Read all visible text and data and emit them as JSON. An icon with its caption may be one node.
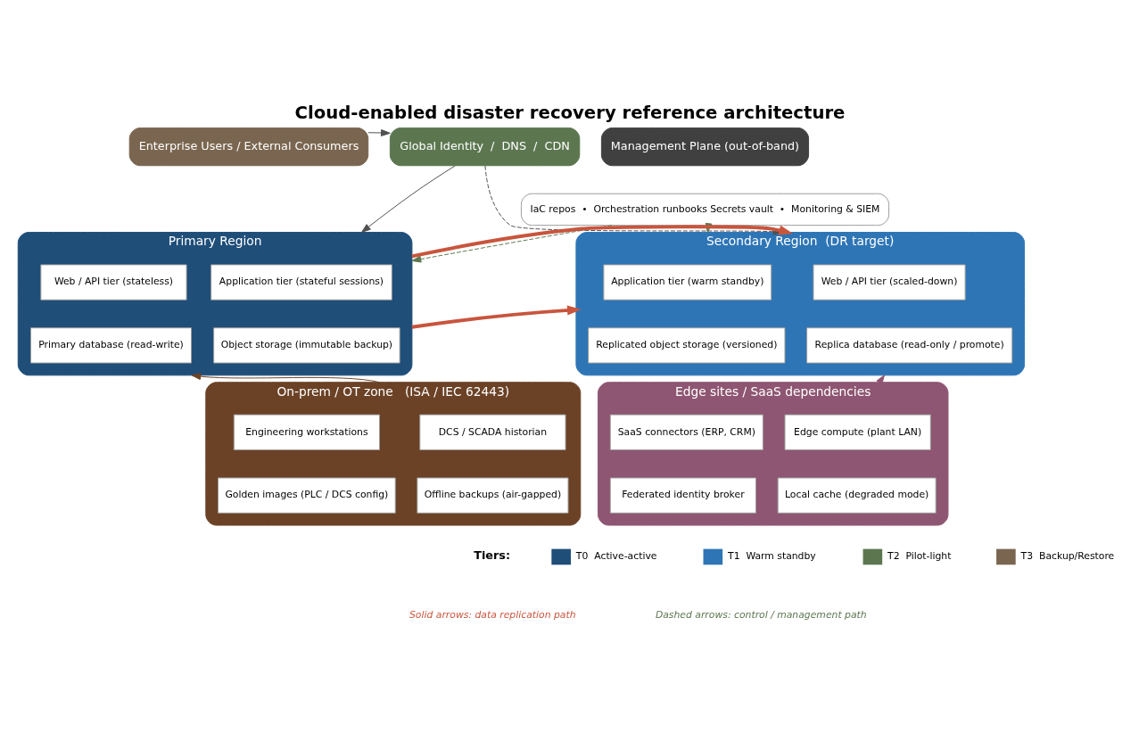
{
  "diagram": {
    "title": "Cloud-enabled disaster recovery reference architecture",
    "nodes": [
      {
        "text": [
          "Enterprise Users / External Consumers"
        ]
      },
      {
        "text": [
          "Global Identity  /  DNS  /  CDN"
        ]
      },
      {
        "text": [
          "Management Plane (out-of-band)"
        ]
      },
      {
        "text": [
          "IaC repos  •  Orchestration runbooks Secrets vault  •  Monitoring & SIEM"
        ]
      },
      {
        "text": [
          "Primary Region"
        ]
      },
      {
        "text": [
          "Web / API tier (stateless)"
        ],
        "in": 4
      },
      {
        "text": [
          "Application tier (stateful sessions)"
        ],
        "in": 4
      },
      {
        "text": [
          "Primary database (read-write)"
        ],
        "in": 4
      },
      {
        "text": [
          "Object storage (immutable backup)"
        ],
        "in": 4
      },
      {
        "text": [
          "Secondary Region  (DR target)"
        ]
      },
      {
        "text": [
          "Web / API tier (scaled-down)"
        ],
        "in": 9
      },
      {
        "text": [
          "Application tier (warm standby)"
        ],
        "in": 9
      },
      {
        "text": [
          "Replica database (read-only / promote)"
        ],
        "in": 9
      },
      {
        "text": [
          "Replicated object storage (versioned)"
        ],
        "in": 9
      },
      {
        "text": [
          "On-prem / OT zone   (ISA / IEC 62443)"
        ]
      },
      {
        "text": [
          "DCS / SCADA historian"
        ],
        "in": 14
      },
      {
        "text": [
          "Engineering workstations"
        ],
        "in": 14
      },
      {
        "text": [
          "Offline backups (air-gapped)"
        ],
        "in": 14
      },
      {
        "text": [
          "Golden images (PLC / DCS config)"
        ],
        "in": 14
      },
      {
        "text": [
          "Edge sites / SaaS dependencies"
        ]
      },
      {
        "text": [
          "Edge compute (plant LAN)"
        ],
        "in": 19
      },
      {
        "text": [
          "SaaS connectors (ERP, CRM)"
        ],
        "in": 19
      },
      {
        "text": [
          "Local cache (degraded mode)"
        ],
        "in": 19
      },
      {
        "text": [
          "Federated identity broker"
        ],
        "in": 19
      }
    ],
    "edges": [
      {
        "from": 0,
        "to": 1,
        "arrow": "to"
      },
      {
        "from": 1,
        "to": 4,
        "arrow": "to"
      },
      {
        "from": 1,
        "to": 9,
        "arrow": "to",
        "style": "dashed"
      },
      {
        "from": 3,
        "to": 4,
        "arrow": "to",
        "style": "dashed",
        "color": "#5c7750"
      },
      {
        "from": 3,
        "to": 9,
        "arrow": "to",
        "style": "dashed",
        "color": "#5c7750"
      },
      {
        "from": 4,
        "to": 9,
        "arrow": "to",
        "style": "thick",
        "color": "#c8553d"
      },
      {
        "from": 4,
        "to": 9,
        "arrow": "to",
        "style": "thick",
        "color": "#c8553d"
      },
      {
        "from": 14,
        "to": 4,
        "arrow": "to",
        "color": "#6b4226"
      },
      {
        "from": 19,
        "to": 9,
        "arrow": "to",
        "color": "#8e5672"
      }
    ],
    "labels": [
      "Tiers:",
      "Solid arrows: data replication path",
      "Dashed arrows: control / management path"
    ],
    "legend": [
      {
        "text": "T0  Active-active",
        "color": "#1f4e79"
      },
      {
        "text": "T1  Warm standby",
        "color": "#2e75b6"
      },
      {
        "text": "T2  Pilot-light",
        "color": "#5c7750"
      },
      {
        "text": "T3  Backup/Restore",
        "color": "#7a6650"
      }
    ]
  }
}
